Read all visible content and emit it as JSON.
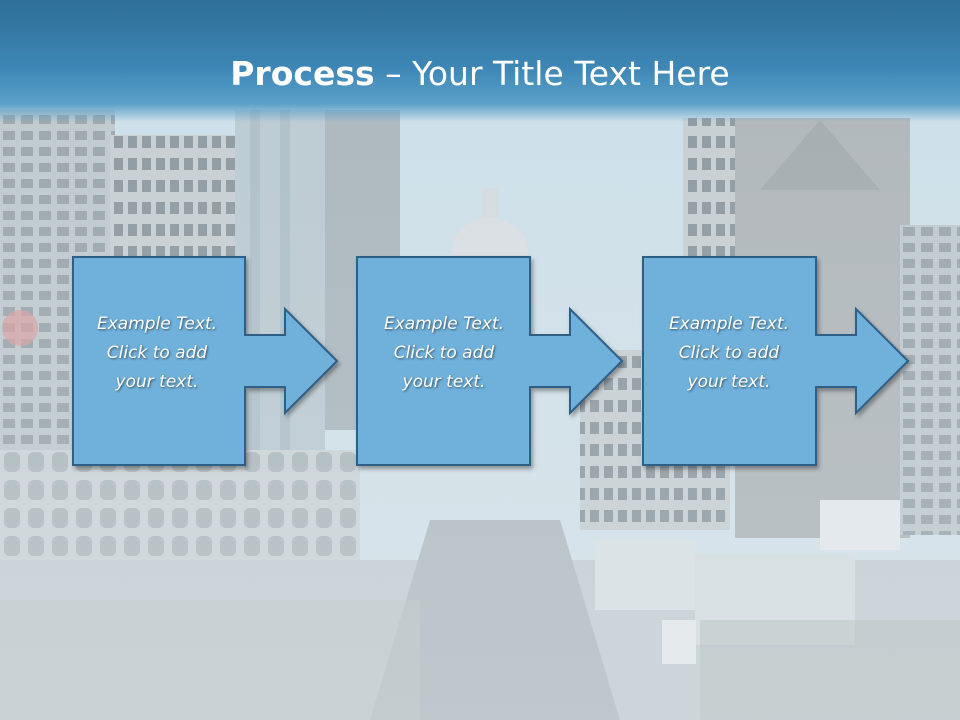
{
  "slide": {
    "title_bold": "Process",
    "title_dash": " – ",
    "title_rest": "Your Title Text Here",
    "accent_color": "#3d86b5",
    "box_color": "#6fb1dc",
    "box_border_color": "#2f5f86"
  },
  "steps": [
    {
      "line1": "Example Text.",
      "line2": "Click  to add",
      "line3": "your text."
    },
    {
      "line1": "Example Text.",
      "line2": "Click  to add",
      "line3": "your text."
    },
    {
      "line1": "Example Text.",
      "line2": "Click  to add",
      "line3": "your text."
    }
  ]
}
